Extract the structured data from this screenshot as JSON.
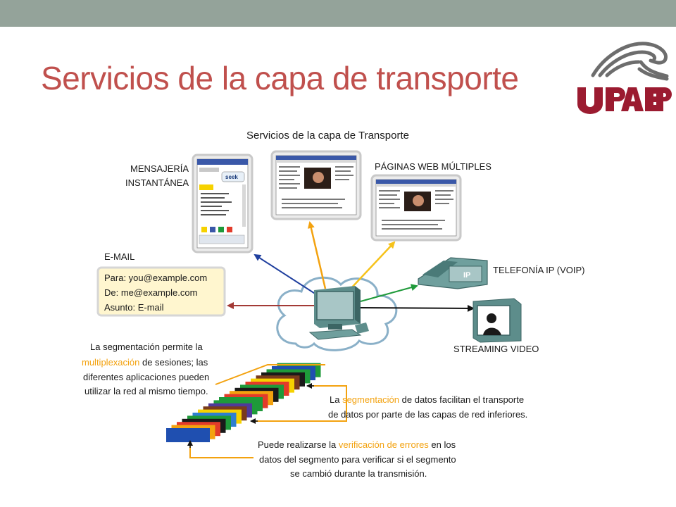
{
  "slide": {
    "title": "Servicios de la capa de transporte",
    "logo_text": "UPAEP"
  },
  "diagram": {
    "heading": "Servicios de la capa de Transporte",
    "labels": {
      "im_line1": "MENSAJERÍA",
      "im_line2": "INSTANTÁNEA",
      "web_multi": "PÁGINAS WEB MÚLTIPLES",
      "email": "E-MAIL",
      "voip": "TELEFONÍA IP (VOIP)",
      "streaming": "STREAMING VIDEO",
      "phone_ip": "IP"
    },
    "email_box": {
      "to": "Para: you@example.com",
      "from": "De: me@example.com",
      "subject": "Asunto: E-mail"
    },
    "seek_label": "seek",
    "notes": {
      "mux_1": "La segmentación permite la",
      "mux_2_highlight": "multiplexación",
      "mux_2_rest": " de sesiones; las",
      "mux_3": "diferentes aplicaciones pueden",
      "mux_4": "utilizar la red al mismo tiempo.",
      "seg_1_pre": "La ",
      "seg_1_highlight": "segmentación",
      "seg_1_rest": " de datos facilitan el transporte",
      "seg_2": "de datos por parte de las capas de red inferiores.",
      "err_1_pre": "Puede realizarse la ",
      "err_1_highlight": "verificación de errores",
      "err_1_rest": " en los",
      "err_2": "datos del segmento para verificar si el segmento",
      "err_3": "se cambió durante la transmisión."
    },
    "colors": {
      "title": "#c0504d",
      "highlight": "#f3a20f",
      "arrow_im": "#1f3f9e",
      "arrow_web": "#f3a20f",
      "arrow_email": "#a33a36",
      "arrow_voip": "#1f9a3a",
      "arrow_stream": "#111111",
      "bar": "#94a39a"
    }
  },
  "chart_data": {
    "type": "table",
    "segment_stack_colors": [
      "#1f4fb0",
      "#f3a20f",
      "#e23b2a",
      "#1a1a1a",
      "#1e9a3a",
      "#2e7fd0",
      "#f6d200",
      "#7a3b1c",
      "#4f3a9a",
      "#1e9a3a",
      "#1e9a3a",
      "#e23b2a",
      "#f3a20f",
      "#1a1a1a",
      "#1e9a3a",
      "#e23b2a",
      "#f6d200",
      "#7a3b1c",
      "#1a1a1a",
      "#1e9a3a",
      "#1f4fb0",
      "#1e9a3a"
    ]
  }
}
